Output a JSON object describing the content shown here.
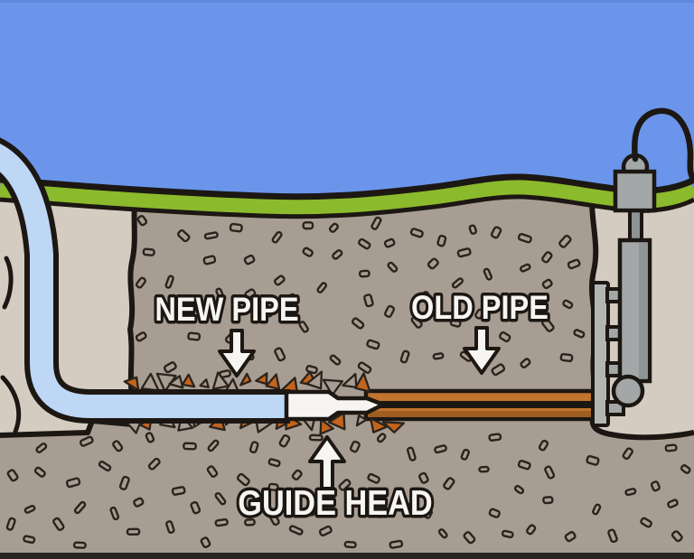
{
  "diagram": {
    "labels": {
      "new_pipe": "NEW PIPE",
      "old_pipe": "OLD PIPE",
      "guide_head": "GUIDE HEAD"
    },
    "colors": {
      "sky": "#6a95ea",
      "sky_top": "#5f89dc",
      "grass": "#8cba2d",
      "soil": "#a89d92",
      "pit": "#d4ccc0",
      "outline": "#1c1713",
      "new_pipe": "#bdd7f5",
      "old_pipe": "#c0742e",
      "old_pipe_dark": "#a05e20",
      "machine": "#a3a7a7",
      "machine_light": "#b2b5b3",
      "machine_dark": "#8d9293",
      "debris_orange": "#c3641c",
      "label_fill": "#f6f5f1",
      "speckle_outline": "#2a231d",
      "bottom_bar": "#2a2622"
    },
    "generation": {
      "seed": 7,
      "speckle_count": 150,
      "debris_per_row": 17
    }
  }
}
